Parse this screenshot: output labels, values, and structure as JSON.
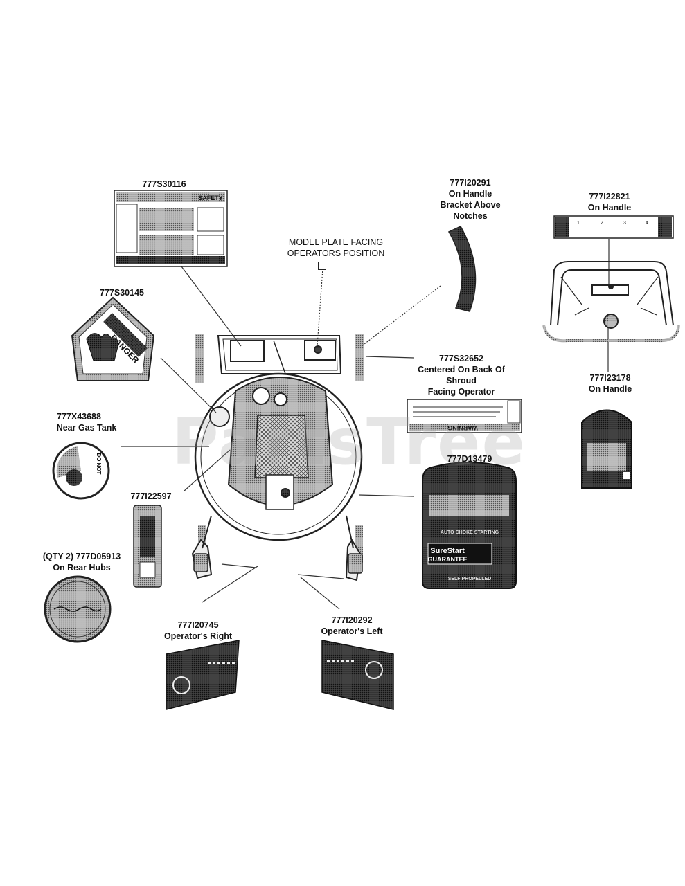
{
  "watermark": "PartsTree",
  "callouts": {
    "decal_777S30116": {
      "part": "777S30116"
    },
    "model_plate": {
      "line1": "MODEL PLATE FACING",
      "line2": "OPERATORS POSITION"
    },
    "decal_777I20291": {
      "part": "777I20291",
      "line1": "On Handle",
      "line2": "Bracket Above",
      "line3": "Notches"
    },
    "decal_777I22821": {
      "part": "777I22821",
      "line1": "On Handle"
    },
    "decal_777S30145": {
      "part": "777S30145"
    },
    "decal_777S32652": {
      "part": "777S32652",
      "line1": "Centered On Back Of",
      "line2": "Shroud",
      "line3": "Facing Operator"
    },
    "decal_777I23178": {
      "part": "777I23178",
      "line1": "On Handle"
    },
    "decal_777X43688": {
      "part": "777X43688",
      "line1": "Near Gas Tank"
    },
    "decal_777D13479": {
      "part": "777D13479"
    },
    "decal_777I22597": {
      "part": "777I22597"
    },
    "decal_777D05913": {
      "part": "(QTY 2) 777D05913",
      "line1": "On Rear Hubs"
    },
    "decal_777I20745": {
      "part": "777I20745",
      "line1": "Operator's Right"
    },
    "decal_777I20292": {
      "part": "777I20292",
      "line1": "Operator's Left"
    }
  },
  "decal_text": {
    "danger_title": "DANGER",
    "warning_title": "WARNING",
    "surestart_line1": "SureStart",
    "surestart_line2": "GUARANTEE",
    "self_propelled": "SELF PROPELLED",
    "auto_choke": "AUTO CHOKE STARTING",
    "safety_header": "SAFETY",
    "gas_tank_text": "DO NOT",
    "handle_steps": [
      "1",
      "2",
      "3",
      "4"
    ]
  }
}
